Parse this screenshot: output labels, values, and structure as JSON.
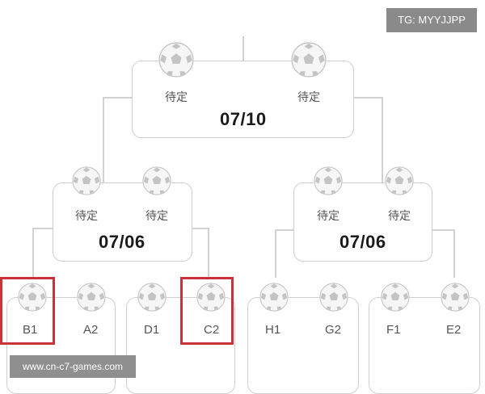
{
  "watermark_top": "TG: MYYJJPP",
  "watermark_bottom": "www.cn-c7-games.com",
  "final": {
    "date": "07/10",
    "team_left": "待定",
    "team_right": "待定"
  },
  "semi_left": {
    "date": "07/06",
    "team_left": "待定",
    "team_right": "待定"
  },
  "semi_right": {
    "date": "07/06",
    "team_left": "待定",
    "team_right": "待定"
  },
  "round1": {
    "m1": {
      "left": "B1",
      "right": "A2"
    },
    "m2": {
      "left": "D1",
      "right": "C2"
    },
    "m3": {
      "left": "H1",
      "right": "G2"
    },
    "m4": {
      "left": "F1",
      "right": "E2"
    }
  }
}
